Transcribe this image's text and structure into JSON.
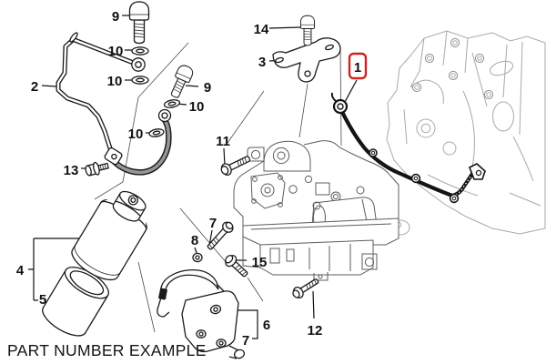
{
  "diagram": {
    "caption": "PART NUMBER EXAMPLE",
    "highlight": {
      "part": "1",
      "color": "#cf2323"
    },
    "colors": {
      "line": "#1a1a1a",
      "engine_light": "#a9a9a9",
      "assembly_mid": "#5c5c5c",
      "background": "#ffffff"
    },
    "callouts": {
      "part1": "1",
      "part2": "2",
      "part3": "3",
      "part4": "4",
      "part5": "5",
      "part6": "6",
      "part7": "7",
      "part8": "8",
      "part9": "9",
      "part10": "10",
      "part11": "11",
      "part12": "12",
      "part13": "13",
      "part14": "14",
      "part15": "15"
    },
    "visible_callout_instances": [
      "9",
      "10",
      "2",
      "10",
      "9",
      "10",
      "10",
      "13",
      "11",
      "14",
      "3",
      "1",
      "7",
      "8",
      "15",
      "4",
      "5",
      "6",
      "7",
      "12"
    ]
  }
}
